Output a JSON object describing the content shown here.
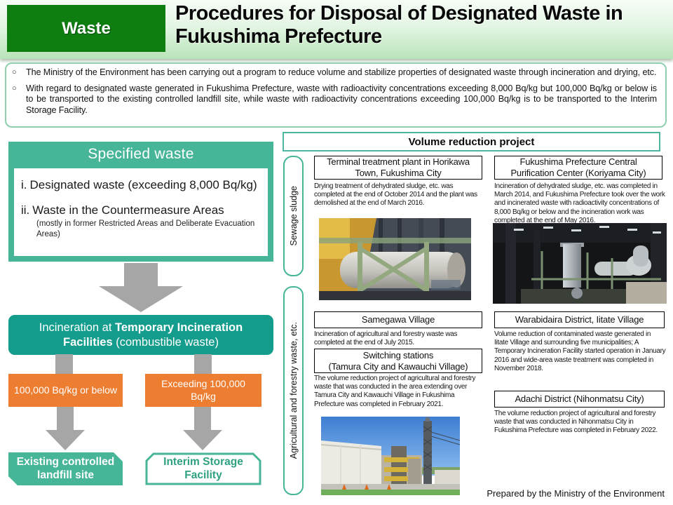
{
  "header": {
    "tag": "Waste",
    "title": "Procedures for Disposal of Designated Waste in Fukushima Prefecture"
  },
  "intro": {
    "bullet_marker": "○",
    "bullets": [
      {
        "text": "The Ministry of the Environment has been carrying out a program to reduce volume and stabilize properties of designated waste through incineration and drying, etc."
      },
      {
        "text": "With regard to designated waste generated in Fukushima Prefecture, waste with radioactivity concentrations exceeding 8,000 Bq/kg but 100,000 Bq/kg or below is to be transported to the existing controlled landfill site, while waste with radioactivity concentrations exceeding 100,000 Bq/kg is to be transported to the Interim Storage Facility."
      }
    ]
  },
  "flowchart": {
    "specified": {
      "title": "Specified waste",
      "items": [
        {
          "num": "i.",
          "text": "Designated waste (exceeding 8,000 Bq/kg)",
          "note": ""
        },
        {
          "num": "ii.",
          "text": "Waste in the Countermeasure Areas",
          "note": "(mostly in former Restricted Areas and Deliberate Evacuation Areas)"
        }
      ]
    },
    "incineration": {
      "pre": "Incineration at ",
      "bold": "Temporary Incineration Facilities",
      "post": " (combustible waste)"
    },
    "thresholds": {
      "left": "100,000 Bq/kg or below",
      "right": "Exceeding 100,000 Bq/kg"
    },
    "destinations": {
      "left": "Existing controlled landfill site",
      "right": "Interim Storage Facility"
    }
  },
  "volume": {
    "title": "Volume reduction project",
    "sections": [
      {
        "label": "Sewage sludge",
        "cards": [
          {
            "title": "Terminal treatment plant in Horikawa\nTown, Fukushima City",
            "body": "Drying treatment of dehydrated sludge, etc. was completed at the end of October 2014 and the plant was demolished at the end of March 2016.",
            "photo": "horikawa-plant-interior"
          },
          {
            "title": "Fukushima Prefecture Central\nPurification Center (Koriyama City)",
            "body": "Incineration of dehydrated sludge, etc. was completed in March 2014, and Fukushima Prefecture took over the work and incinerated waste with radioactivity concentrations of 8,000 Bq/kg or below and the incineration work was completed at the end of May 2016.",
            "photo": "koriyama-plant-interior"
          }
        ]
      },
      {
        "label": "Agricultural and forestry waste, etc.",
        "cards": [
          {
            "title": "Samegawa Village",
            "body": "Incineration of agricultural and forestry waste was completed at the end of July 2015."
          },
          {
            "title": "Switching stations\n(Tamura City and Kawauchi Village)",
            "body": "The volume reduction project of agricultural and forestry waste that was conducted in the area extending over Tamura City and Kawauchi Village in Fukushima Prefecture was completed in February 2021.",
            "photo": "switching-station-plant-exterior"
          },
          {
            "title": "Warabidaira District, Iitate Village",
            "body": "Volume reduction of contaminated waste generated in Iitate Village and surrounding five municipalities; A Temporary Incineration Facility started operation in January 2016 and wide-area waste treatment was completed in November 2018."
          },
          {
            "title": "Adachi District (Nihonmatsu City)",
            "body": "The volume reduction project of agricultural and forestry waste that was conducted in Nihonmatsu City in Fukushima Prefecture was completed in February 2022."
          }
        ]
      }
    ]
  },
  "footer": {
    "credit": "Prepared by the Ministry of the Environment"
  },
  "colors": {
    "teal": "#47b598",
    "teal_dark": "#149c8c",
    "orange": "#ed7d31",
    "header_green": "#0e7e11",
    "header_gradient_light": "#f7fdf7",
    "header_gradient_dark": "#b9e4b9",
    "intro_border": "#8fcfae",
    "arrow_gray": "#a6a6a6"
  }
}
